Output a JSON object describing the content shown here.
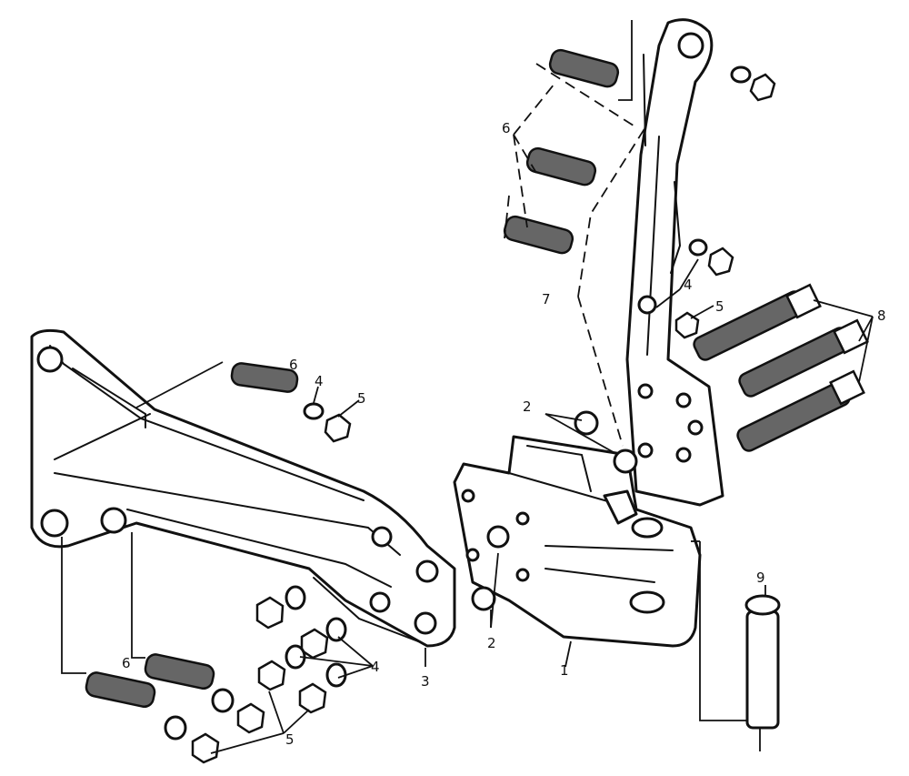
{
  "callouts": {
    "l1": "1",
    "l2a": "2",
    "l2b": "2",
    "l3": "3",
    "l4a": "4",
    "l4b": "4",
    "l4c": "4",
    "l5a": "5",
    "l5b": "5",
    "l5c": "5",
    "l6a": "6",
    "l6b": "6",
    "l6c": "6",
    "l7": "7",
    "l8": "8",
    "l9": "9"
  }
}
